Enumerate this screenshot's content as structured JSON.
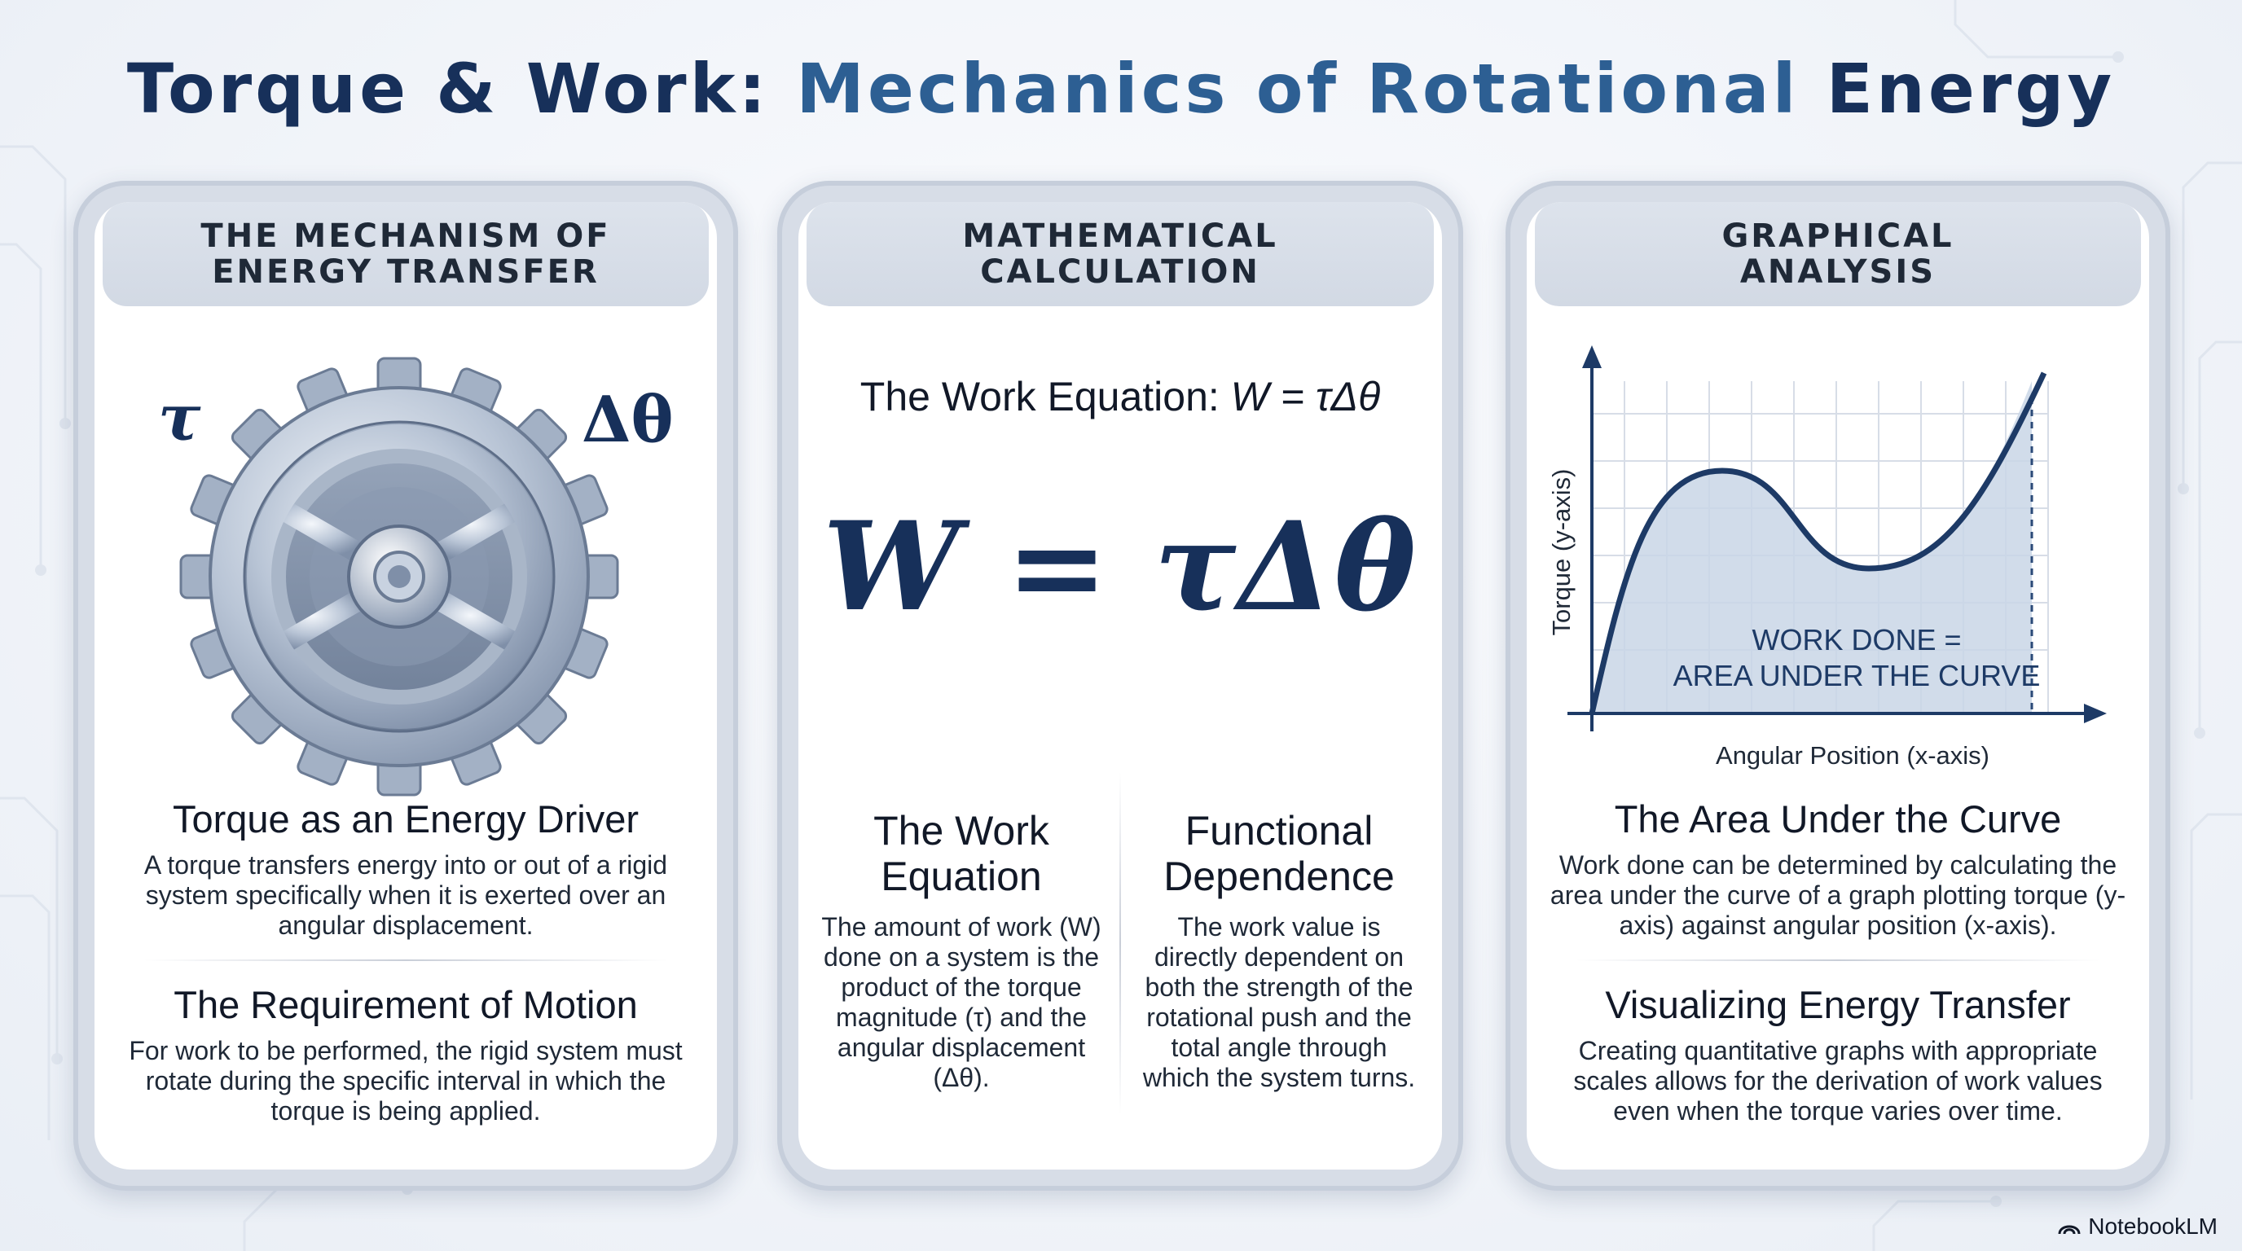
{
  "title": {
    "part1": "Torque & Work: ",
    "part2": "Mechanics of Rotational",
    "part3": " Energy"
  },
  "panel1": {
    "header_line1": "THE MECHANISM OF",
    "header_line2": "ENERGY TRANSFER",
    "symbol_torque": "τ",
    "symbol_delta_theta": "Δθ",
    "section1_title": "Torque as an Energy Driver",
    "section1_body": "A torque transfers energy into or out of a rigid system specifically when it is exerted over an angular displacement.",
    "section2_title": "The Requirement of Motion",
    "section2_body": "For work to be performed, the rigid system must rotate during the specific interval in which the torque is being applied."
  },
  "panel2": {
    "header_line1": "MATHEMATICAL",
    "header_line2": "CALCULATION",
    "equation_label_prefix": "The Work Equation: ",
    "equation_label_formula": "W = τΔθ",
    "big_equation": "W = τΔθ",
    "col1_title_line1": "The Work",
    "col1_title_line2": "Equation",
    "col1_body": "The amount of work (W) done on a system is the product of the torque magnitude (τ) and the angular displacement (Δθ).",
    "col2_title_line1": "Functional",
    "col2_title_line2": "Dependence",
    "col2_body": "The work value is directly dependent on both the strength of the rotational push and the total angle through which the system turns."
  },
  "panel3": {
    "header_line1": "GRAPHICAL",
    "header_line2": "ANALYSIS",
    "graph": {
      "ylabel": "Torque (y-axis)",
      "xlabel": "Angular Position (x-axis)",
      "area_label_line1": "WORK DONE =",
      "area_label_line2": "AREA UNDER THE CURVE"
    },
    "section1_title": "The Area Under the Curve",
    "section1_body": "Work done can be determined by calculating the area under the curve of a graph plotting torque (y-axis) against angular position (x-axis).",
    "section2_title": "Visualizing Energy Transfer",
    "section2_body": "Creating quantitative graphs with appropriate scales allows for the derivation of work values even when the torque varies over time."
  },
  "brand": "NotebookLM",
  "colors": {
    "navy": "#17305a",
    "accent_blue": "#2d5f93",
    "graph_fill": "#c9d6e6"
  }
}
